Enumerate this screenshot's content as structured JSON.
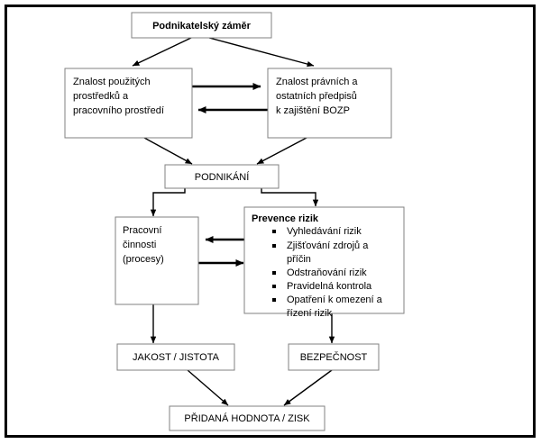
{
  "diagram": {
    "title_box": {
      "label": "Podnikatelský záměr"
    },
    "knowledge_left": {
      "lines": [
        "Znalost použitých",
        "prostředků a",
        "pracovního prostředí"
      ]
    },
    "knowledge_right": {
      "lines": [
        "Znalost právních a",
        "ostatních předpisů",
        "k zajištění BOZP"
      ]
    },
    "business": {
      "label": "PODNIKÁNÍ"
    },
    "activities": {
      "lines": [
        "Pracovní",
        "činnosti",
        "(procesy)"
      ]
    },
    "risk_prevention": {
      "heading": "Prevence rizik",
      "items": [
        {
          "lines": [
            "Vyhledávání rizik"
          ]
        },
        {
          "lines": [
            "Zjišťování zdrojů a",
            "příčin"
          ]
        },
        {
          "lines": [
            "Odstraňování rizik"
          ]
        },
        {
          "lines": [
            "Pravidelná kontrola"
          ]
        },
        {
          "lines": [
            "Opatření k omezení a",
            "řízení rizik"
          ]
        }
      ]
    },
    "quality": {
      "label": "JAKOST / JISTOTA"
    },
    "safety": {
      "label": "BEZPEČNOST"
    },
    "value": {
      "label": "PŘIDANÁ HODNOTA / ZISK"
    },
    "colors": {
      "box_border": "#808080",
      "frame_border": "#000000",
      "connector": "#000000",
      "background": "#ffffff"
    }
  }
}
